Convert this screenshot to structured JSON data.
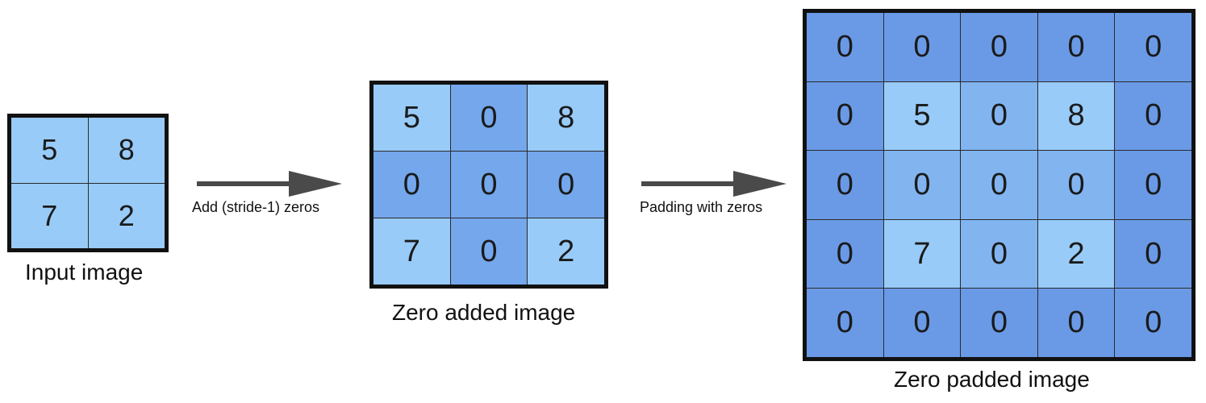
{
  "input": {
    "caption": "Input image",
    "rows": [
      [
        "5",
        "8"
      ],
      [
        "7",
        "2"
      ]
    ]
  },
  "arrow1": {
    "label": "Add (stride-1) zeros"
  },
  "zero_added": {
    "caption": "Zero added image",
    "rows": [
      [
        "5",
        "0",
        "8"
      ],
      [
        "0",
        "0",
        "0"
      ],
      [
        "7",
        "0",
        "2"
      ]
    ]
  },
  "arrow2": {
    "label": "Padding with zeros"
  },
  "zero_padded": {
    "caption": "Zero padded image",
    "rows": [
      [
        "0",
        "0",
        "0",
        "0",
        "0"
      ],
      [
        "0",
        "5",
        "0",
        "8",
        "0"
      ],
      [
        "0",
        "0",
        "0",
        "0",
        "0"
      ],
      [
        "0",
        "7",
        "0",
        "2",
        "0"
      ],
      [
        "0",
        "0",
        "0",
        "0",
        "0"
      ]
    ]
  },
  "colors": {
    "cell_light": "#98cbf8",
    "cell_dark": "#74a7ec",
    "border": "#111111",
    "arrow": "#4a4a4a"
  }
}
